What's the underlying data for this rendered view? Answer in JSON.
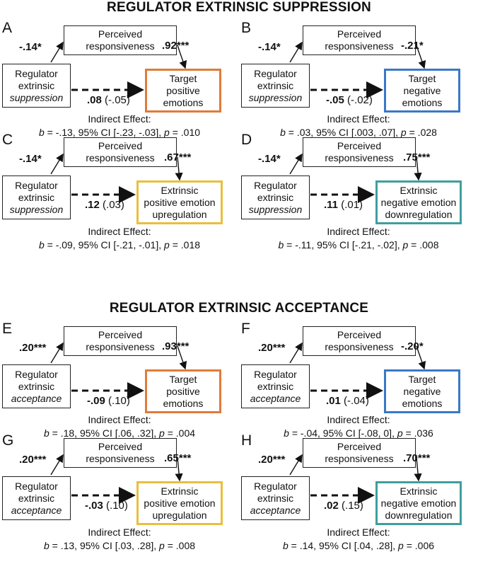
{
  "sections": [
    {
      "title": "REGULATOR EXTRINSIC SUPPRESSION"
    },
    {
      "title": "REGULATOR EXTRINSIC ACCEPTANCE"
    }
  ],
  "panels": [
    {
      "label": "A",
      "mediator": "Perceived|responsiveness",
      "predictor": "Regulator|extrinsic|suppression",
      "outcome": "Target|positive|emotions",
      "outcome_color": "#e07b39",
      "path_a": "-.14*",
      "path_b": ".92***",
      "direct_bold": ".08",
      "direct_paren": "(-.05)",
      "indirect_title": "Indirect Effect:",
      "indirect_stat": "b = -.13, 95% CI [-.23, -.03], p = .010"
    },
    {
      "label": "B",
      "mediator": "Perceived|responsiveness",
      "predictor": "Regulator|extrinsic|suppression",
      "outcome": "Target|negative|emotions",
      "outcome_color": "#3a78c8",
      "path_a": "-.14*",
      "path_b": "-.21*",
      "direct_bold": "-.05",
      "direct_paren": "(-.02)",
      "indirect_title": "Indirect Effect:",
      "indirect_stat": "b = .03, 95% CI [.003, .07], p = .028"
    },
    {
      "label": "C",
      "mediator": "Perceived|responsiveness",
      "predictor": "Regulator|extrinsic|suppression",
      "outcome": "Extrinsic|positive emotion|upregulation",
      "outcome_color": "#e9bf3c",
      "path_a": "-.14*",
      "path_b": ".67***",
      "direct_bold": ".12",
      "direct_paren": "(.03)",
      "indirect_title": "Indirect Effect:",
      "indirect_stat": "b = -.09, 95% CI [-.21, -.01], p = .018"
    },
    {
      "label": "D",
      "mediator": "Perceived|responsiveness",
      "predictor": "Regulator|extrinsic|suppression",
      "outcome": "Extrinsic|negative emotion|downregulation",
      "outcome_color": "#3f9e9e",
      "path_a": "-.14*",
      "path_b": ".75***",
      "direct_bold": ".11",
      "direct_paren": "(.01)",
      "indirect_title": "Indirect Effect:",
      "indirect_stat": "b = -.11, 95% CI [-.21, -.02], p = .008"
    },
    {
      "label": "E",
      "mediator": "Perceived|responsiveness",
      "predictor": "Regulator|extrinsic|acceptance",
      "outcome": "Target|positive|emotions",
      "outcome_color": "#e07b39",
      "path_a": ".20***",
      "path_b": ".93***",
      "direct_bold": "-.09",
      "direct_paren": "(.10)",
      "indirect_title": "Indirect Effect:",
      "indirect_stat": "b = .18, 95% CI [.06, .32], p = .004"
    },
    {
      "label": "F",
      "mediator": "Perceived|responsiveness",
      "predictor": "Regulator|extrinsic|acceptance",
      "outcome": "Target|negative|emotions",
      "outcome_color": "#3a78c8",
      "path_a": ".20***",
      "path_b": "-.20*",
      "direct_bold": ".01",
      "direct_paren": "(-.04)",
      "indirect_title": "Indirect Effect:",
      "indirect_stat": "b = -.04, 95% CI [-.08, 0], p = .036"
    },
    {
      "label": "G",
      "mediator": "Perceived|responsiveness",
      "predictor": "Regulator|extrinsic|acceptance",
      "outcome": "Extrinsic|positive emotion|upregulation",
      "outcome_color": "#e9bf3c",
      "path_a": ".20***",
      "path_b": ".65***",
      "direct_bold": "-.03",
      "direct_paren": "(.10)",
      "indirect_title": "Indirect Effect:",
      "indirect_stat": "b = .13, 95% CI [.03, .28], p = .008"
    },
    {
      "label": "H",
      "mediator": "Perceived|responsiveness",
      "predictor": "Regulator|extrinsic|acceptance",
      "outcome": "Extrinsic|negative emotion|downregulation",
      "outcome_color": "#3f9e9e",
      "path_a": ".20***",
      "path_b": ".70***",
      "direct_bold": ".02",
      "direct_paren": "(.15)",
      "indirect_title": "Indirect Effect:",
      "indirect_stat": "b = .14, 95% CI [.04, .28], p = .006"
    }
  ]
}
